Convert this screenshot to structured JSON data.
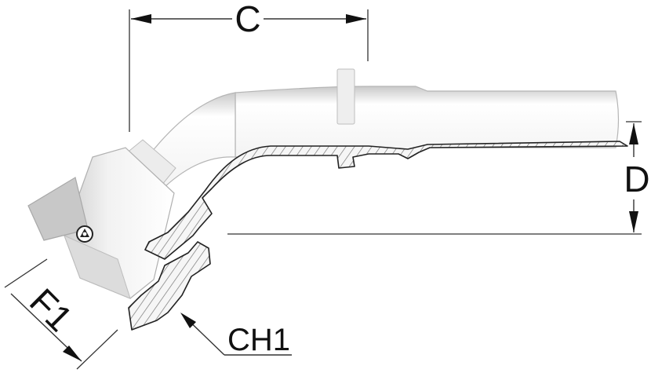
{
  "diagram": {
    "labels": {
      "c": "C",
      "d": "D",
      "f1": "F1",
      "ch1": "CH1"
    },
    "logo_mark": "logo-dunlop"
  }
}
